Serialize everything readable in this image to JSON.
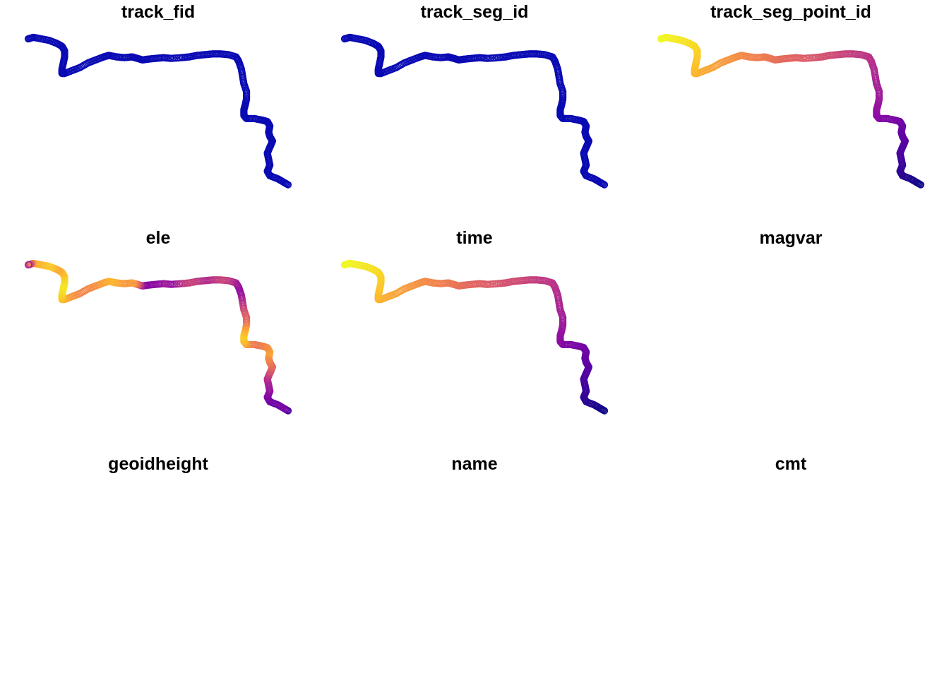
{
  "chart_data": {
    "type": "scatter",
    "layout": "3x3 facets",
    "palette": {
      "single_value_color": "#0a0ab4",
      "gradient": [
        "#0d0887",
        "#5302a3",
        "#8b0aa5",
        "#b83289",
        "#db5c68",
        "#f48849",
        "#febd2a",
        "#f0f921"
      ],
      "point_symbol": "open-circle"
    },
    "track": [
      [
        0.0,
        1.0
      ],
      [
        0.02,
        1.01
      ],
      [
        0.05,
        1.0
      ],
      [
        0.08,
        0.99
      ],
      [
        0.11,
        0.97
      ],
      [
        0.13,
        0.95
      ],
      [
        0.14,
        0.92
      ],
      [
        0.14,
        0.88
      ],
      [
        0.135,
        0.84
      ],
      [
        0.13,
        0.8
      ],
      [
        0.13,
        0.77
      ],
      [
        0.14,
        0.77
      ],
      [
        0.17,
        0.79
      ],
      [
        0.2,
        0.81
      ],
      [
        0.23,
        0.84
      ],
      [
        0.26,
        0.86
      ],
      [
        0.29,
        0.88
      ],
      [
        0.31,
        0.89
      ],
      [
        0.34,
        0.88
      ],
      [
        0.37,
        0.875
      ],
      [
        0.4,
        0.88
      ],
      [
        0.42,
        0.87
      ],
      [
        0.44,
        0.86
      ],
      [
        0.46,
        0.865
      ],
      [
        0.49,
        0.87
      ],
      [
        0.52,
        0.875
      ],
      [
        0.55,
        0.87
      ],
      [
        0.59,
        0.875
      ],
      [
        0.62,
        0.88
      ],
      [
        0.65,
        0.89
      ],
      [
        0.68,
        0.895
      ],
      [
        0.71,
        0.9
      ],
      [
        0.74,
        0.9
      ],
      [
        0.77,
        0.895
      ],
      [
        0.8,
        0.88
      ],
      [
        0.81,
        0.85
      ],
      [
        0.82,
        0.8
      ],
      [
        0.825,
        0.75
      ],
      [
        0.83,
        0.7
      ],
      [
        0.84,
        0.65
      ],
      [
        0.84,
        0.6
      ],
      [
        0.835,
        0.56
      ],
      [
        0.83,
        0.53
      ],
      [
        0.83,
        0.49
      ],
      [
        0.84,
        0.47
      ],
      [
        0.87,
        0.47
      ],
      [
        0.9,
        0.46
      ],
      [
        0.92,
        0.45
      ],
      [
        0.93,
        0.42
      ],
      [
        0.925,
        0.38
      ],
      [
        0.93,
        0.35
      ],
      [
        0.94,
        0.32
      ],
      [
        0.93,
        0.28
      ],
      [
        0.92,
        0.24
      ],
      [
        0.925,
        0.2
      ],
      [
        0.93,
        0.16
      ],
      [
        0.92,
        0.12
      ],
      [
        0.93,
        0.09
      ],
      [
        0.96,
        0.07
      ],
      [
        0.98,
        0.05
      ],
      [
        1.0,
        0.03
      ]
    ],
    "ele_values": [
      0.35,
      0.8,
      0.85,
      0.9,
      0.8,
      0.85,
      0.9,
      0.95,
      0.95,
      0.9,
      0.85,
      0.8,
      0.75,
      0.7,
      0.72,
      0.75,
      0.8,
      0.85,
      0.8,
      0.75,
      0.8,
      0.6,
      0.3,
      0.28,
      0.3,
      0.35,
      0.3,
      0.45,
      0.5,
      0.45,
      0.4,
      0.45,
      0.5,
      0.45,
      0.35,
      0.3,
      0.35,
      0.45,
      0.55,
      0.6,
      0.75,
      0.85,
      0.9,
      0.85,
      0.75,
      0.65,
      0.7,
      0.75,
      0.8,
      0.7,
      0.65,
      0.6,
      0.5,
      0.4,
      0.35,
      0.3,
      0.25,
      0.2,
      0.22,
      0.25,
      0.1
    ],
    "panels": [
      {
        "title": "track_fid",
        "encoding": "constant"
      },
      {
        "title": "track_seg_id",
        "encoding": "constant"
      },
      {
        "title": "track_seg_point_id",
        "encoding": "sequence"
      },
      {
        "title": "ele",
        "encoding": "elevation"
      },
      {
        "title": "time",
        "encoding": "sequence"
      },
      {
        "title": "magvar",
        "encoding": "empty"
      },
      {
        "title": "geoidheight",
        "encoding": "empty"
      },
      {
        "title": "name",
        "encoding": "empty"
      },
      {
        "title": "cmt",
        "encoding": "empty"
      }
    ]
  }
}
